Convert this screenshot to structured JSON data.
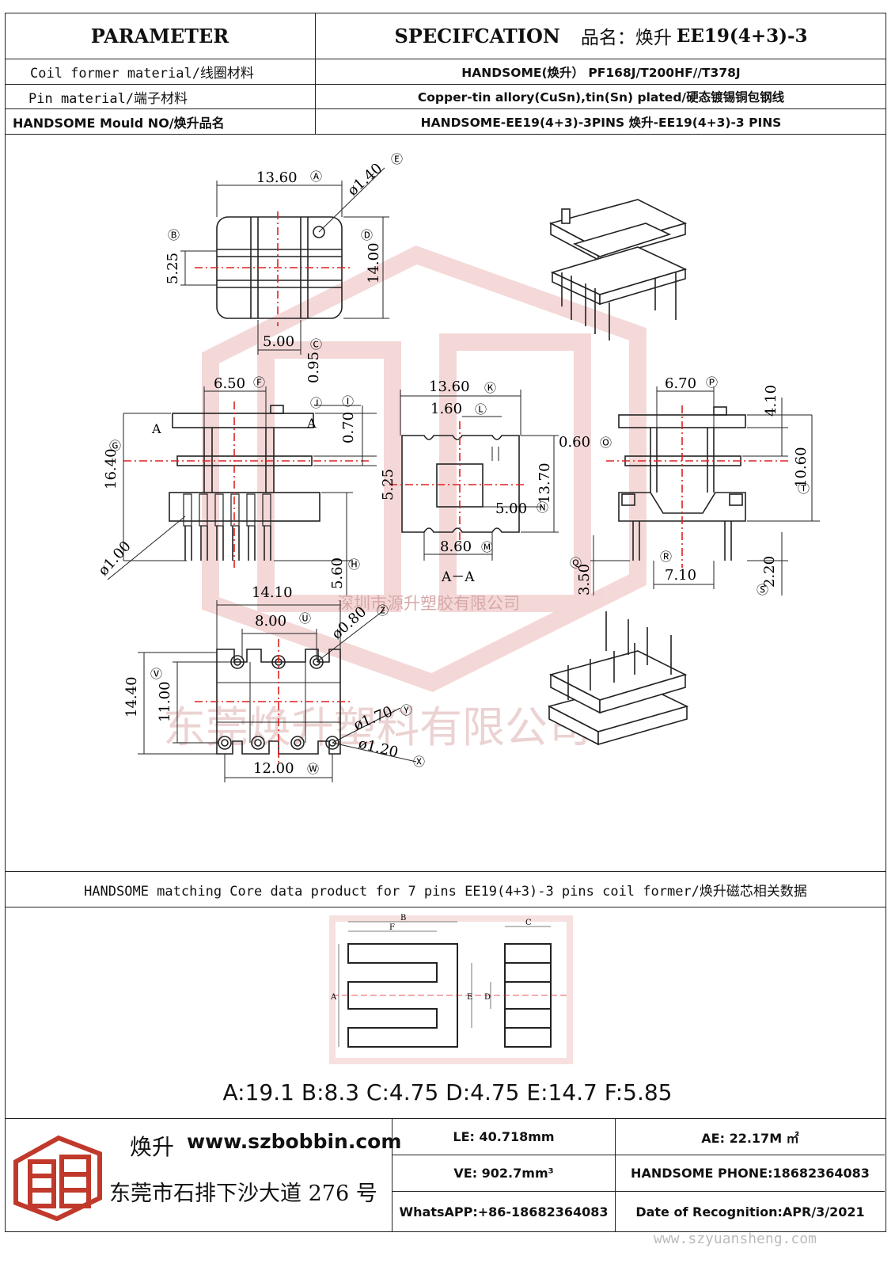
{
  "header": {
    "parameter": "PARAMETER",
    "specification": "SPECIFCATION",
    "product_label": "品名：焕升",
    "product_model": "EE19(4+3)-3"
  },
  "rows": [
    {
      "label": "Coil former material/线圈材料",
      "value": "HANDSOME(焕升）   PF168J/T200HF//T378J"
    },
    {
      "label": "Pin material/端子材料",
      "value": "Copper-tin allory(CuSn),tin(Sn) plated/硬态镀锡铜包钢线"
    },
    {
      "label": "HANDSOME Mould NO/焕升品名",
      "value": "HANDSOME-EE19(4+3)-3PINS     焕升-EE19(4+3)-3 PINS"
    }
  ],
  "dimensions": {
    "top_width": "13.60",
    "hole_dia": "ø1.40",
    "d_5_25": "5.25",
    "d_14_00": "14.00",
    "d_5_00": "5.00",
    "d_0_95": "0.95",
    "d_6_50": "6.50",
    "d_0_70": "0.70",
    "d_16_40": "16.40",
    "pin_dia": "ø1.00",
    "d_5_60": "5.60",
    "sec_width": "13.60",
    "d_1_60": "1.60",
    "d_0_60": "0.60",
    "sec_5_25": "5.25",
    "d_13_70": "13.70",
    "sec_5_00": "5.00",
    "d_8_60": "8.60",
    "section": "A－A",
    "d_6_70": "6.70",
    "d_4_10": "4.10",
    "d_10_60": "10.60",
    "d_3_50": "3.50",
    "d_7_10": "7.10",
    "d_2_20": "2.20",
    "d_14_10": "14.10",
    "d_8_00": "8.00",
    "d_0_80": "ø0.80",
    "d_14_40": "14.40",
    "d_11_00": "11.00",
    "d_1_70": "ø1.70",
    "d_1_20": "ø1.20",
    "d_12_00": "12.00",
    "sec_mark": "A"
  },
  "markers": {
    "A": "Ⓐ",
    "B": "Ⓑ",
    "C": "Ⓒ",
    "D": "Ⓓ",
    "E": "Ⓔ",
    "F": "Ⓕ",
    "G": "Ⓖ",
    "H": "Ⓗ",
    "I": "Ⓘ",
    "J": "Ⓙ",
    "K": "Ⓚ",
    "L": "Ⓛ",
    "M": "Ⓜ",
    "N": "Ⓝ",
    "O": "Ⓞ",
    "P": "Ⓟ",
    "Q": "Ⓠ",
    "R": "Ⓡ",
    "S": "Ⓢ",
    "T": "Ⓣ",
    "U": "Ⓤ",
    "V": "Ⓥ",
    "W": "Ⓦ",
    "X": "Ⓧ",
    "Y": "Ⓨ",
    "Z": "Ⓩ"
  },
  "watermarks": {
    "line1": "深圳市源升塑胶有限公司",
    "line2": "东莞焕升塑料有限公司"
  },
  "core": {
    "title": "HANDSOME matching Core data  product for 7 pins EE19(4+3)-3 pins coil former/焕升磁芯相关数据",
    "labels": {
      "A": "A",
      "B": "B",
      "C": "C",
      "D": "D",
      "E": "E",
      "F": "F"
    },
    "values": "A:19.1 B:8.3 C:4.75 D:4.75 E:14.7 F:5.85"
  },
  "footer": {
    "brand": "焕升",
    "website": "www.szbobbin.com",
    "address": "东莞市石排下沙大道 276 号",
    "le": "LE:    40.718mm",
    "ae": "AE: 22.17M ㎡",
    "ve": "VE:    902.7mm³",
    "phone": "HANDSOME PHONE:18682364083",
    "whatsapp": "WhatsAPP:+86-18682364083",
    "date": "Date of Recognition:APR/3/2021",
    "site_watermark": "www.szyuansheng.com"
  },
  "colors": {
    "dim_line": "#222222",
    "center_line": "#e02020",
    "watermark": "#e8b0b0"
  }
}
